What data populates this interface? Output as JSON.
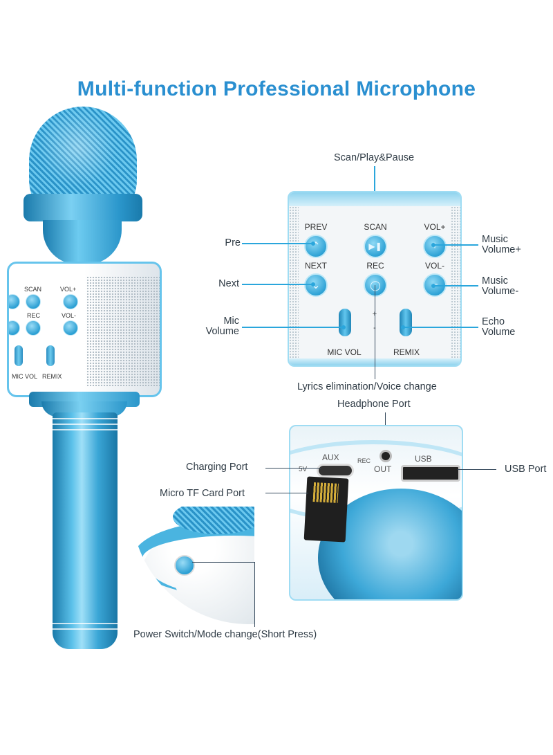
{
  "title": "Multi-function Professional Microphone",
  "callouts": {
    "scan_play_pause": "Scan/Play&Pause",
    "pre": "Pre",
    "next": "Next",
    "mic_volume": "Mic\nVolume",
    "music_volume_plus": "Music\nVolume+",
    "music_volume_minus": "Music\nVolume-",
    "echo_volume": "Echo\nVolume",
    "lyrics": "Lyrics elimination/Voice change",
    "headphone_port": "Headphone Port",
    "charging_port": "Charging Port",
    "micro_tf": "Micro TF Card Port",
    "usb_port": "USB Port",
    "power_switch": "Power Switch/Mode change(Short Press)"
  },
  "panel": {
    "prev": "PREV",
    "scan": "SCAN",
    "vol_plus": "VOL+",
    "next": "NEXT",
    "rec": "REC",
    "vol_minus": "VOL-",
    "mic_vol": "MIC VOL",
    "remix": "REMIX",
    "plus": "+",
    "minus": "-"
  },
  "ports": {
    "aux": "AUX",
    "sv": "5V",
    "rec": "REC",
    "out": "OUT",
    "usb": "USB"
  },
  "mic_body": {
    "scan": "SCAN",
    "vol_plus": "VOL+",
    "rec": "REC",
    "vol_minus": "VOL-",
    "mic_vol": "MIC VOL",
    "remix": "REMIX"
  },
  "zoom": {
    "scan": "SCAN"
  },
  "icons": [
    "chevron-up-icon",
    "play-pause-icon",
    "plus-icon",
    "chevron-down-icon",
    "microphone-icon",
    "minus-icon"
  ],
  "colors": {
    "accent": "#2a8fd0",
    "line": "#2aa6dc",
    "mic_blue": "#3aaadc"
  }
}
